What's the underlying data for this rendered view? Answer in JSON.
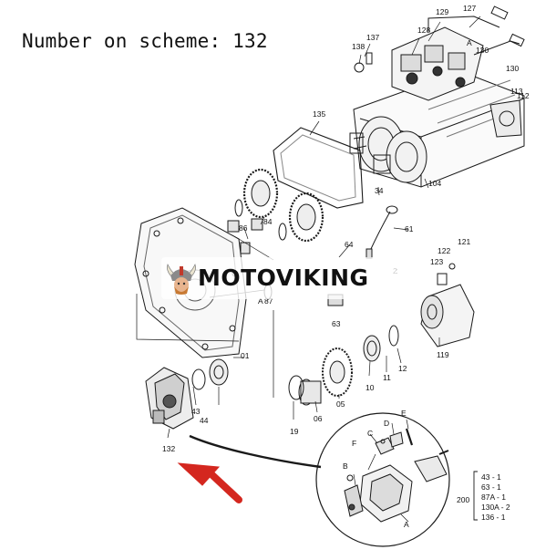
{
  "caption": "Number on scheme: 132",
  "watermark": {
    "brand": "MOTOVIKING",
    "logo_icon": "viking-helmet-icon"
  },
  "colors": {
    "arrow": "#d4271f",
    "ink": "#1a1a1a"
  },
  "part_labels": [
    "129",
    "127",
    "128",
    "137",
    "138",
    "130",
    "A",
    "130",
    "112",
    "113",
    "135",
    "34",
    "104",
    "86",
    "84",
    "61",
    "64",
    "121",
    "122",
    "123",
    "2",
    "87",
    "A",
    "63",
    "119",
    "01",
    "43",
    "44",
    "19",
    "06",
    "05",
    "10",
    "11",
    "12",
    "132",
    "C",
    "D",
    "E",
    "F",
    "B",
    "A"
  ],
  "bom": {
    "group": "200",
    "rows": [
      "43 - 1",
      "63 - 1",
      "87A - 1",
      "130A - 2",
      "136 - 1"
    ]
  }
}
